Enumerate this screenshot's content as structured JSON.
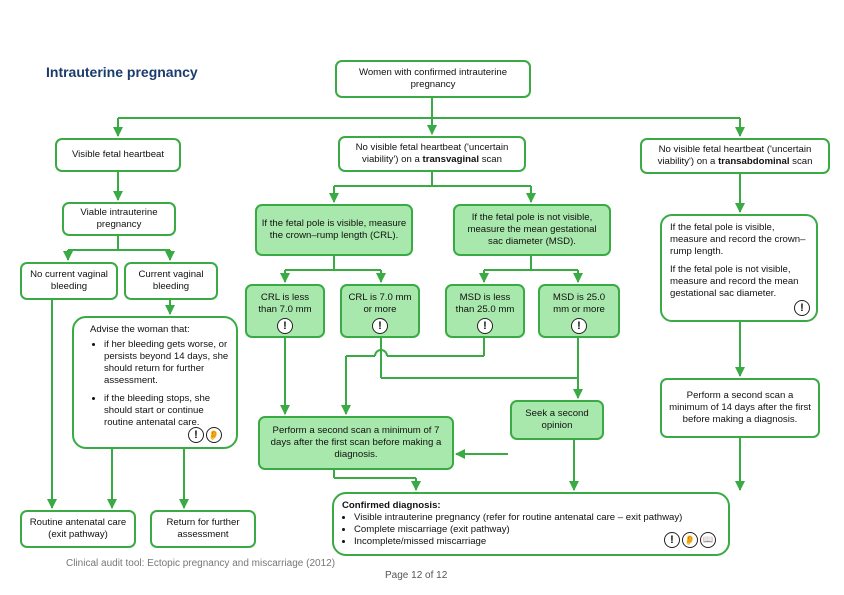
{
  "title": "Intrauterine pregnancy",
  "nodes": {
    "root": "Women with confirmed intrauterine pregnancy",
    "visible_hb": "Visible fetal heartbeat",
    "tv_pre": "No visible fetal heartbeat ('uncertain viability') on a ",
    "tv_bold": "transvaginal",
    "tv_post": " scan",
    "ta_pre": "No visible fetal heartbeat ('uncertain viability') on a ",
    "ta_bold": "transabdominal",
    "ta_post": " scan",
    "viable": "Viable intrauterine pregnancy",
    "no_bleed": "No current vaginal bleeding",
    "cur_bleed": "Current vaginal bleeding",
    "pole_visible": "If the fetal pole is visible, measure the crown–rump length (CRL).",
    "pole_not_visible": "If the fetal pole is not visible, measure the mean gestational sac diameter (MSD).",
    "crl_less": "CRL is less than 7.0 mm",
    "crl_more": "CRL is 7.0 mm or more",
    "msd_less": "MSD is less than 25.0 mm",
    "msd_more": "MSD is 25.0 mm or more",
    "ta_measure_1": "If the fetal pole is visible, measure and record the crown–rump length.",
    "ta_measure_2": "If the fetal pole is not visible, measure and record the mean gestational sac diameter.",
    "advise_head": "Advise the woman that:",
    "advise_1": "if her bleeding gets worse, or persists beyond 14 days, she should return for further assessment.",
    "advise_2": "if the bleeding stops, she should start or continue routine antenatal care.",
    "second_scan_7": "Perform a second scan a minimum of 7 days after the first scan before making a diagnosis.",
    "seek_second": "Seek a second opinion",
    "second_scan_14": "Perform a second scan a minimum of 14 days after the first before making a diagnosis.",
    "routine": "Routine antenatal care (exit pathway)",
    "return": "Return for further assessment",
    "confirmed_head": "Confirmed diagnosis:",
    "confirmed_1": "Visible intrauterine pregnancy (refer for routine antenatal care – exit pathway)",
    "confirmed_2": "Complete miscarriage (exit pathway)",
    "confirmed_3": "Incomplete/missed miscarriage"
  },
  "icons": {
    "excl": "!",
    "ear": "ear-icon",
    "book": "book-icon",
    "ear_glyph": "👂",
    "book_glyph": "📖"
  },
  "colors": {
    "line": "#3aaa45",
    "fill": "#a9e8ac",
    "title": "#1b3a6e"
  },
  "footer": "Clinical audit tool: Ectopic pregnancy and miscarriage (2012)",
  "page": "Page 12 of 12"
}
